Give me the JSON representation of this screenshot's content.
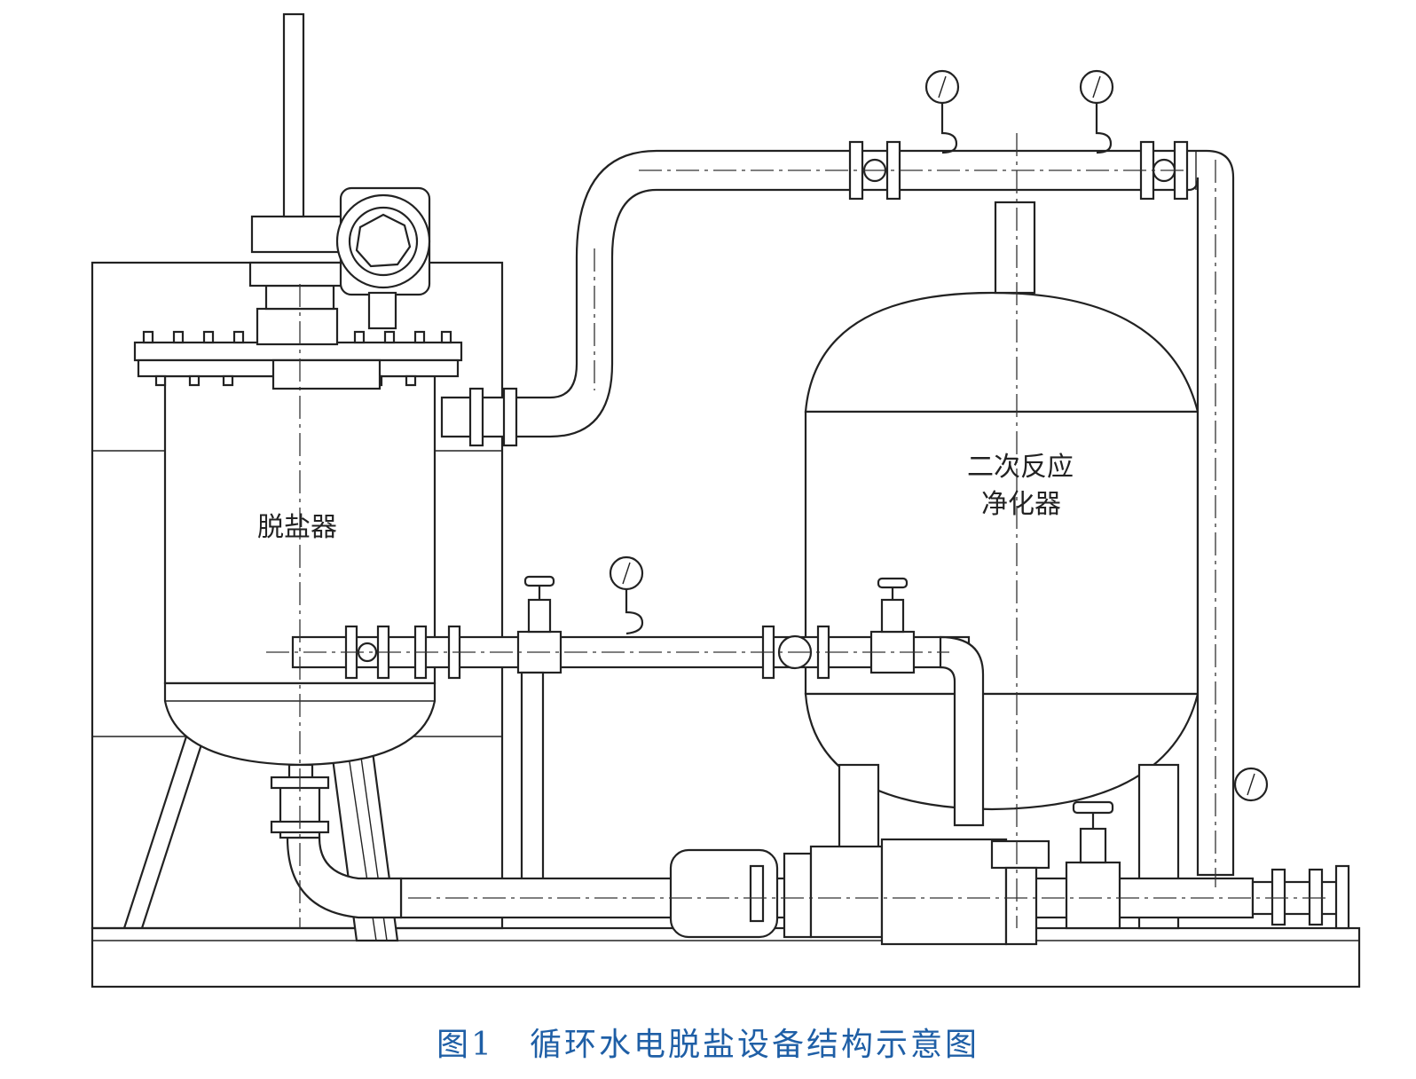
{
  "labels": {
    "desalter": "脱盐器",
    "secondary_reactor_line1": "二次反应",
    "secondary_reactor_line2": "净化器"
  },
  "caption": {
    "figure_number": "图1",
    "title": "循环水电脱盐设备结构示意图"
  },
  "colors": {
    "line": "#222222",
    "caption": "#1f5fa6"
  }
}
